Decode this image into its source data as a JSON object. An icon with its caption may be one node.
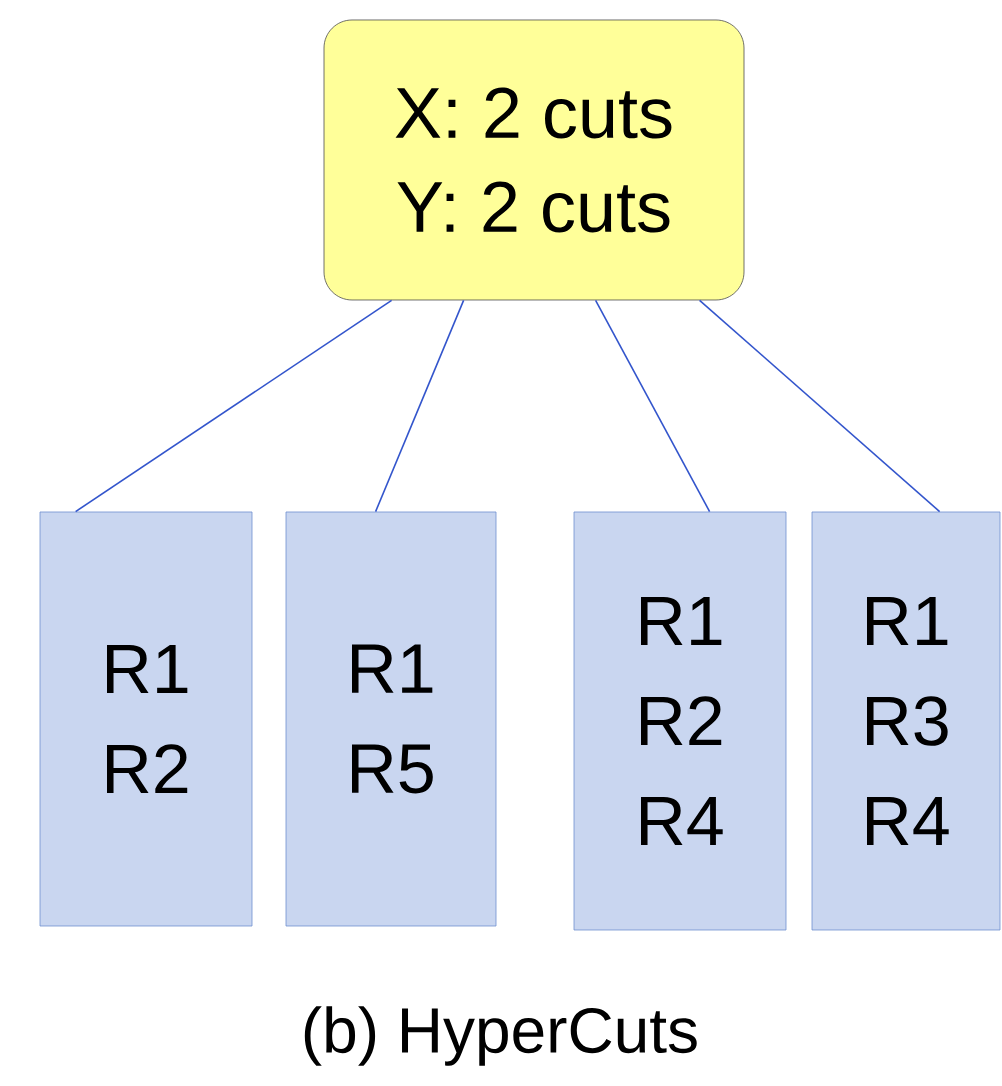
{
  "diagram": {
    "nodes": [
      {
        "text": [
          "X: 2 cuts",
          "Y: 2 cuts"
        ]
      },
      {
        "text": [
          "R1 R2"
        ]
      },
      {
        "text": [
          "R1 R5"
        ]
      },
      {
        "text": [
          "R1 R2 R4"
        ]
      },
      {
        "text": [
          "R1 R3 R4"
        ]
      }
    ],
    "edges": [
      {
        "from": 0,
        "to": 1,
        "arrow": "none"
      },
      {
        "from": 0,
        "to": 2,
        "arrow": "none"
      },
      {
        "from": 0,
        "to": 3,
        "arrow": "none"
      },
      {
        "from": 0,
        "to": 4,
        "arrow": "none"
      }
    ],
    "caption": "(b) HyperCuts"
  }
}
